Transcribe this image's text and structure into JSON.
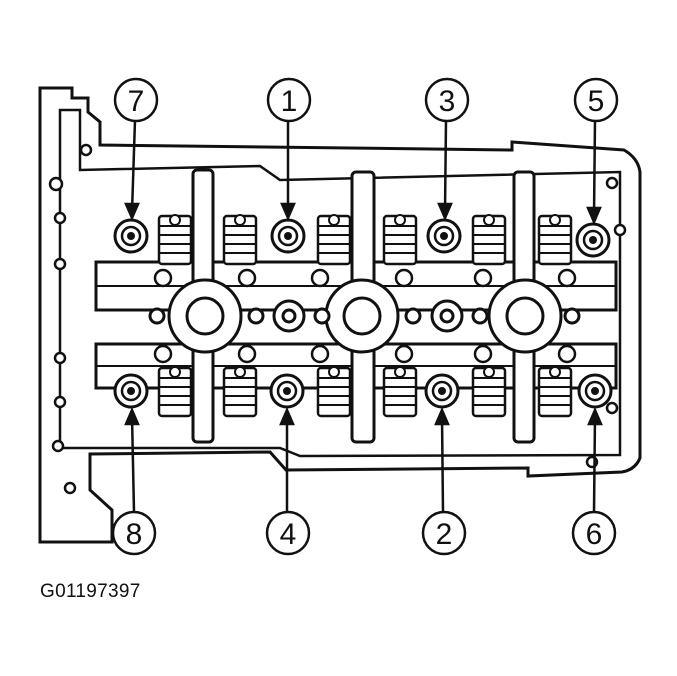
{
  "figure": {
    "caption": "G01197397",
    "callouts": [
      {
        "label": "7"
      },
      {
        "label": "1"
      },
      {
        "label": "3"
      },
      {
        "label": "5"
      },
      {
        "label": "8"
      },
      {
        "label": "4"
      },
      {
        "label": "2"
      },
      {
        "label": "6"
      }
    ]
  }
}
